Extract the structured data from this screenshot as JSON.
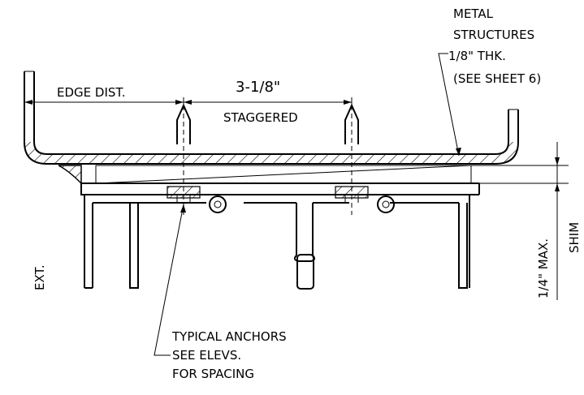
{
  "labels": {
    "metal": "METAL",
    "structures": "STRUCTURES",
    "thickness": "1/8\" THK.",
    "see_sheet": "(SEE SHEET 6)",
    "edge_dist": "EDGE DIST.",
    "spacing_dim": "3-1/8\"",
    "staggered": "STAGGERED",
    "ext": "EXT.",
    "max_shim": "1/4\" MAX.",
    "shim": "SHIM",
    "anchors_line1": "TYPICAL ANCHORS",
    "anchors_line2": "SEE ELEVS.",
    "anchors_line3": "FOR SPACING"
  }
}
